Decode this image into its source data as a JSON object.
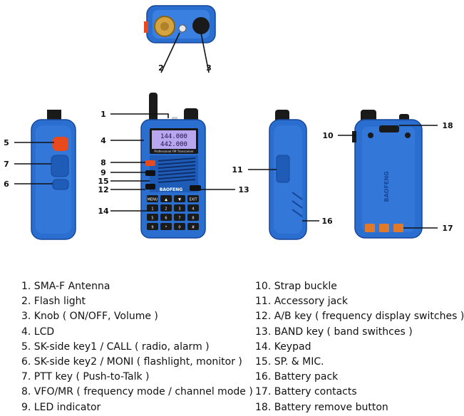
{
  "callouts": [
    "1",
    "2",
    "3",
    "4",
    "5",
    "6",
    "7",
    "8",
    "9",
    "10",
    "11",
    "12",
    "13",
    "14",
    "15",
    "16",
    "17",
    "18"
  ],
  "screen": {
    "line1": "144.000",
    "line2": "442.000",
    "brand_strip": "Professional FM Transceiver"
  },
  "brand": "BAOFENG",
  "keys": [
    "MENU",
    "▲",
    "▼",
    "EXIT",
    "1",
    "2",
    "3",
    "4",
    "5",
    "6",
    "7",
    "8",
    "9",
    "*",
    "0",
    "#"
  ],
  "colors": {
    "radio_blue": "#2a6fd0",
    "radio_dark_blue": "#17479a",
    "knob": "#1a1a1a",
    "button_red": "#e8491d"
  },
  "legend_left": [
    "1. SMA-F Antenna",
    "2. Flash light",
    "3. Knob ( ON/OFF, Volume )",
    "4. LCD",
    "5. SK-side key1 / CALL ( radio, alarm )",
    "6. SK-side key2 / MONI ( flashlight, monitor )",
    "7. PTT key ( Push-to-Talk )",
    "8. VFO/MR ( frequency mode / channel mode )",
    "9. LED indicator"
  ],
  "legend_right": [
    "10. Strap buckle",
    "11. Accessory jack",
    "12. A/B key ( frequency display switches )",
    "13. BAND key ( band swithces )",
    "14. Keypad",
    "15. SP. & MIC.",
    "16. Battery pack",
    "17. Battery contacts",
    "18. Battery remove button"
  ]
}
